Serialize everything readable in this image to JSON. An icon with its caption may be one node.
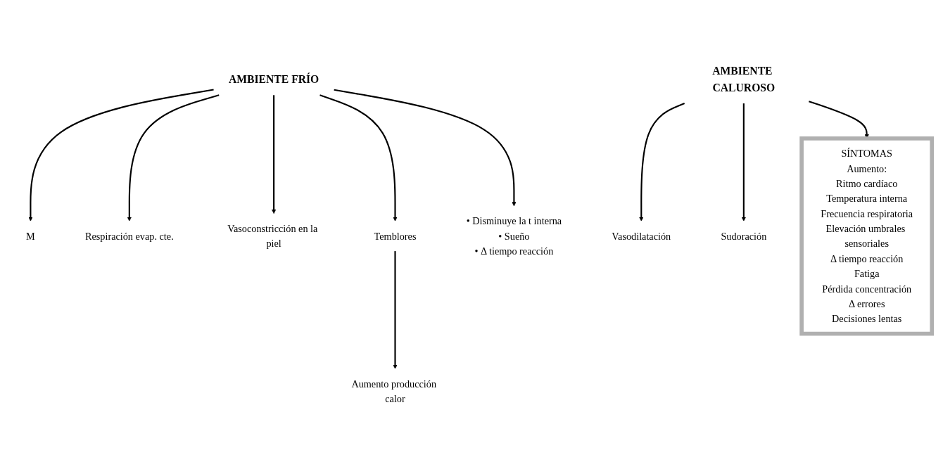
{
  "diagram": {
    "nodes": [
      {
        "text": [
          "AMBIENTE FRÍO"
        ]
      },
      {
        "text": [
          "M"
        ]
      },
      {
        "text": [
          "Respiración evap. cte."
        ]
      },
      {
        "text": [
          "Aumento producción calor"
        ]
      },
      {
        "text": [
          "Vasoconstricción en la piel"
        ]
      },
      {
        "text": [
          "Temblores"
        ]
      },
      {
        "text": [
          "• Disminuye la t interna",
          "• Sueño",
          "• Δ tiempo reacción"
        ]
      },
      {
        "text": [
          "AMBIENTE CALUROSO"
        ]
      },
      {
        "text": [
          "Vasodilatación"
        ]
      },
      {
        "text": [
          "Sudoración"
        ]
      },
      {
        "text": [
          "SÍNTOMAS",
          "Aumento:",
          "Ritmo cardíaco",
          "Temperatura interna",
          "Frecuencia respiratoria",
          "Elevación umbrales sensoriales",
          "Δ tiempo reacción",
          "Fatiga",
          "Pérdida concentración",
          "Δ errores",
          "Decisiones lentas"
        ]
      }
    ],
    "edges": [
      {
        "from": 0,
        "to": 1,
        "arrow": "to"
      },
      {
        "from": 0,
        "to": 5,
        "arrow": "to"
      },
      {
        "from": 0,
        "to": 6,
        "arrow": "to"
      },
      {
        "from": 0,
        "to": 4,
        "arrow": "to"
      },
      {
        "from": 0,
        "to": 2,
        "arrow": "to"
      },
      {
        "from": 5,
        "to": 3,
        "arrow": "to"
      },
      {
        "from": 7,
        "to": 8,
        "arrow": "to"
      },
      {
        "from": 7,
        "to": 10,
        "arrow": "to"
      },
      {
        "from": 7,
        "to": 9,
        "arrow": "to"
      }
    ]
  }
}
